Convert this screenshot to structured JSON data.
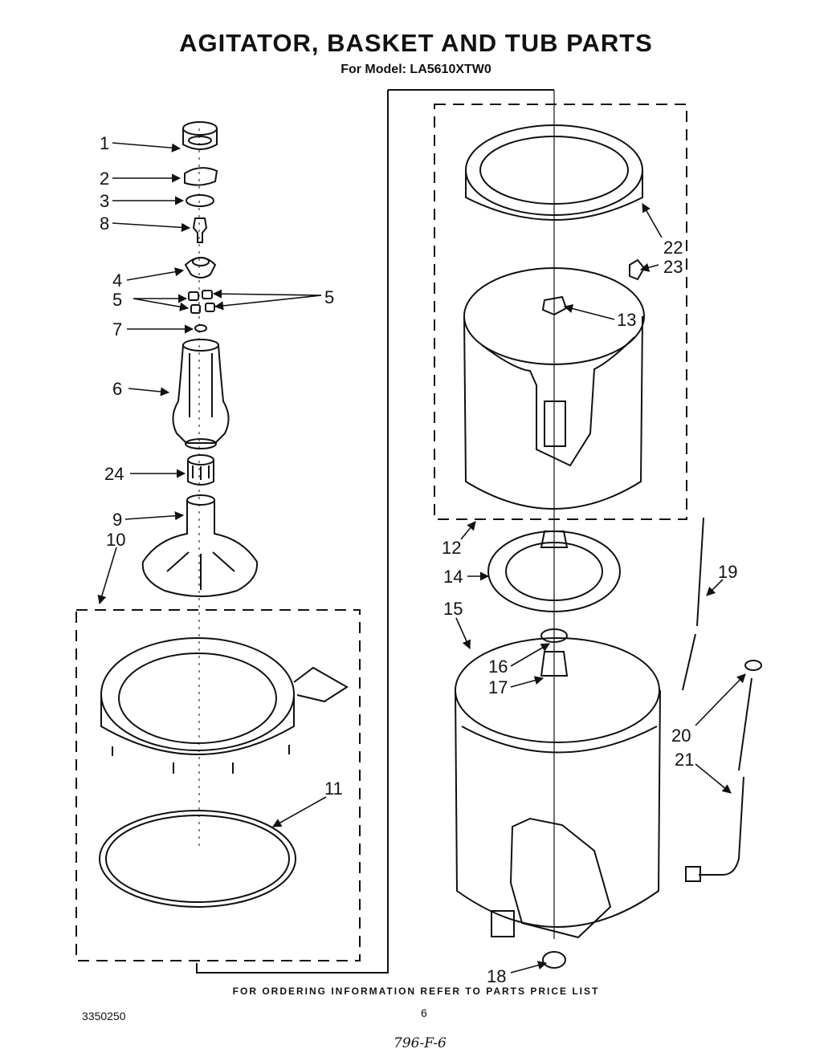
{
  "header": {
    "title": "AGITATOR, BASKET AND TUB PARTS",
    "model_line": "For Model: LA5610XTW0"
  },
  "footer": {
    "ordering_note": "FOR ORDERING INFORMATION REFER TO PARTS PRICE LIST",
    "document_number": "3350250",
    "page_number": "6",
    "handwritten_note": "796-F-6"
  },
  "callouts": {
    "c1": "1",
    "c2": "2",
    "c3": "3",
    "c8": "8",
    "c4": "4",
    "c5_left": "5",
    "c5_right": "5",
    "c7": "7",
    "c6": "6",
    "c24": "24",
    "c9": "9",
    "c10": "10",
    "c11": "11",
    "c12": "12",
    "c13": "13",
    "c14": "14",
    "c15": "15",
    "c16": "16",
    "c17": "17",
    "c18": "18",
    "c19": "19",
    "c20": "20",
    "c21": "21",
    "c22": "22",
    "c23": "23"
  },
  "colors": {
    "ink": "#111111",
    "paper": "#ffffff"
  }
}
